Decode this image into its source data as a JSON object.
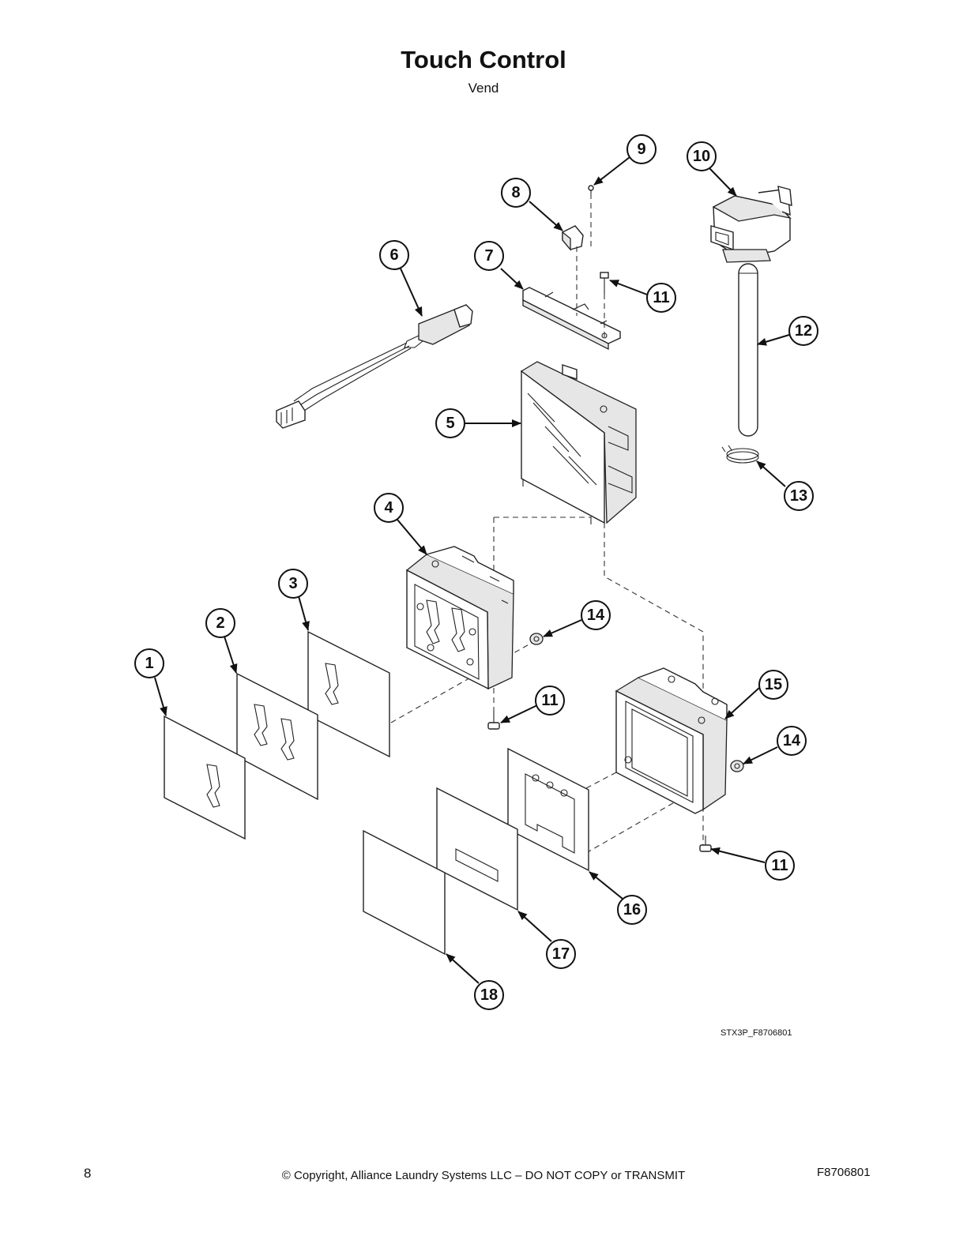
{
  "page": {
    "title": "Touch Control",
    "subtitle": "Vend",
    "figure_id": "STX3P_F8706801",
    "page_number": "8",
    "copyright": "© Copyright, Alliance Laundry Systems LLC – DO NOT COPY or TRANSMIT",
    "doc_code": "F8706801"
  },
  "callouts": [
    {
      "id": "c1",
      "label": "1"
    },
    {
      "id": "c2",
      "label": "2"
    },
    {
      "id": "c3",
      "label": "3"
    },
    {
      "id": "c4",
      "label": "4"
    },
    {
      "id": "c5",
      "label": "5"
    },
    {
      "id": "c6",
      "label": "6"
    },
    {
      "id": "c7",
      "label": "7"
    },
    {
      "id": "c8",
      "label": "8"
    },
    {
      "id": "c9",
      "label": "9"
    },
    {
      "id": "c10",
      "label": "10"
    },
    {
      "id": "c11a",
      "label": "11"
    },
    {
      "id": "c11b",
      "label": "11"
    },
    {
      "id": "c11c",
      "label": "11"
    },
    {
      "id": "c12",
      "label": "12"
    },
    {
      "id": "c13",
      "label": "13"
    },
    {
      "id": "c14a",
      "label": "14"
    },
    {
      "id": "c14b",
      "label": "14"
    },
    {
      "id": "c15",
      "label": "15"
    },
    {
      "id": "c16",
      "label": "16"
    },
    {
      "id": "c17",
      "label": "17"
    },
    {
      "id": "c18",
      "label": "18"
    }
  ]
}
